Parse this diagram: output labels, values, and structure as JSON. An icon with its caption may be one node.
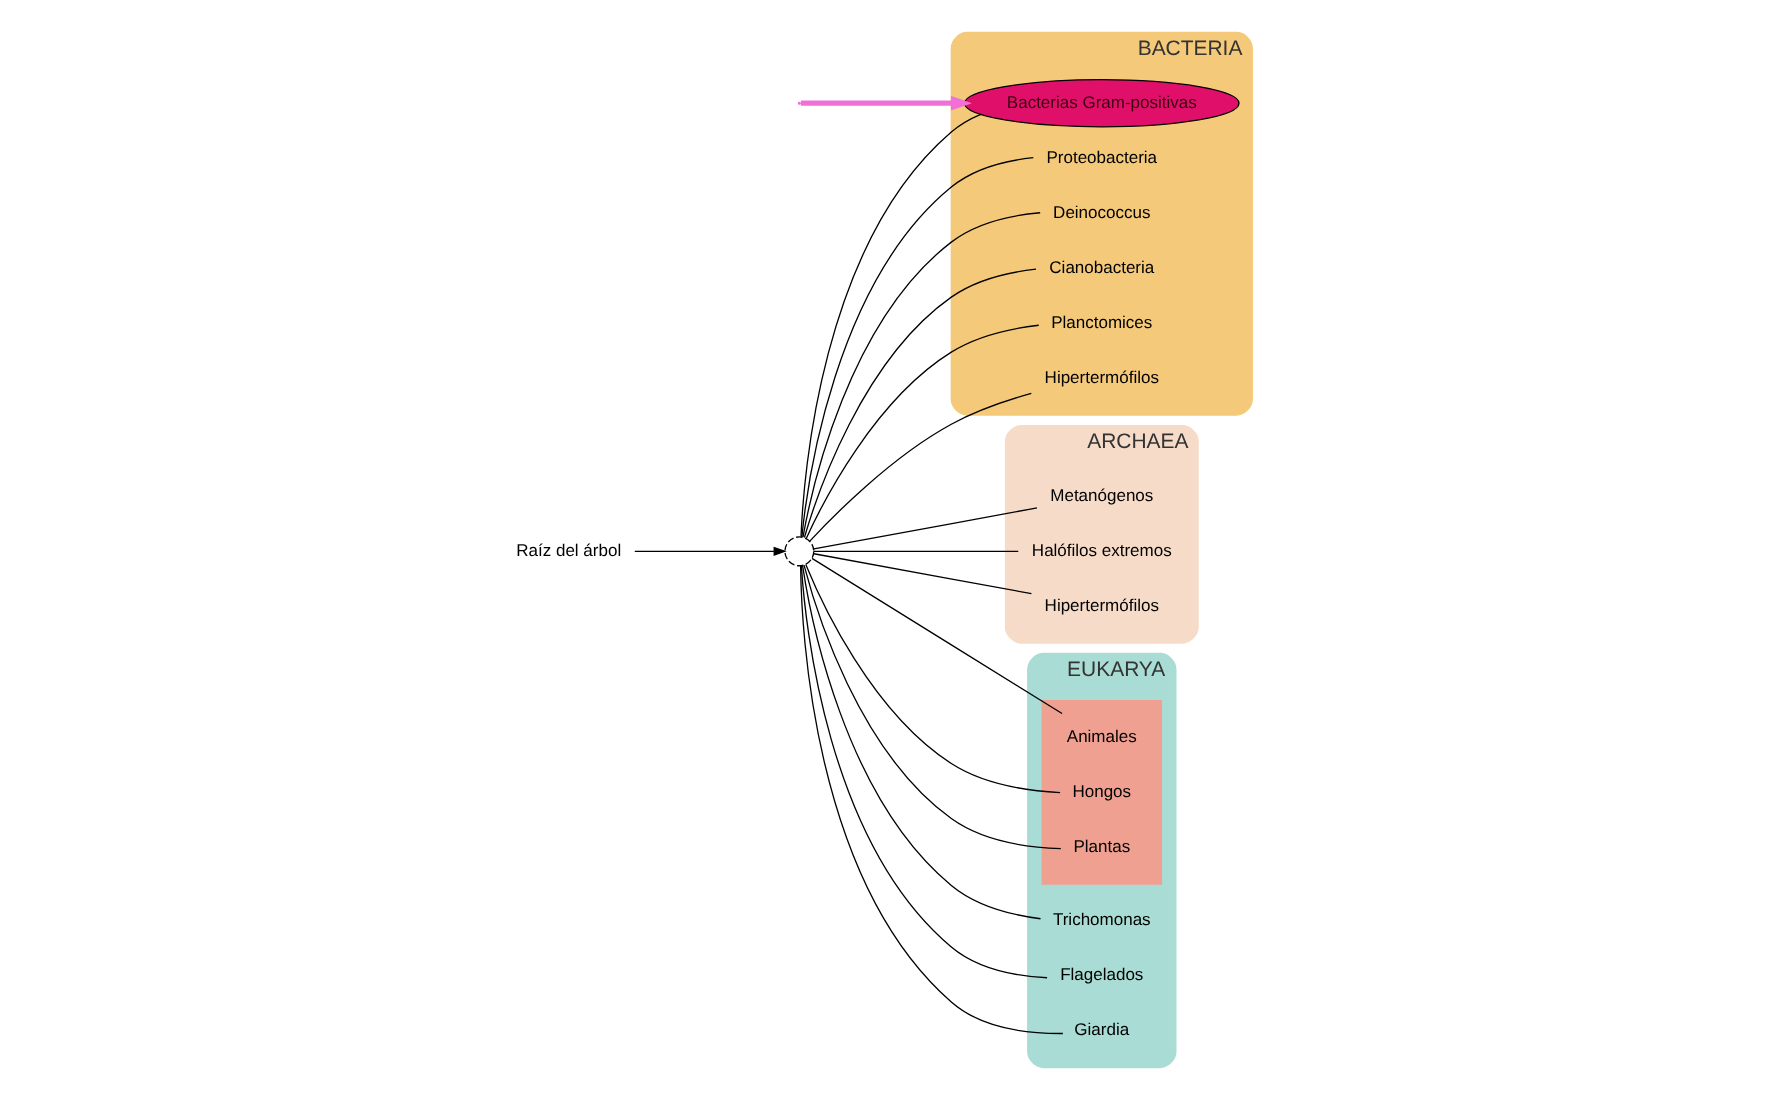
{
  "diagram": {
    "nodes": [
      {
        "text": [
          "ARCHAEA"
        ]
      },
      {
        "text": [
          "Metanógenos"
        ],
        "in": 0
      },
      {
        "text": [
          "Halófilos extremos"
        ],
        "in": 0
      },
      {
        "text": [
          "Hipertermófilos"
        ],
        "in": 0
      },
      {
        "text": [
          "BACTERIA"
        ]
      },
      {
        "text": [
          "Bacterias Gram-positivas"
        ],
        "in": 4
      },
      {
        "text": [
          "Proteobacteria"
        ],
        "in": 4
      },
      {
        "text": [
          "Deinococcus"
        ],
        "in": 4
      },
      {
        "text": [
          "Cianobacteria"
        ],
        "in": 4
      },
      {
        "text": [
          "Planctomices"
        ],
        "in": 4
      },
      {
        "text": [
          "Hipertermófilos"
        ],
        "in": 4
      },
      {
        "text": [
          "EUKARYA"
        ]
      },
      {
        "text": [],
        "shape": "box",
        "in": 11
      },
      {
        "text": [
          "Animales"
        ],
        "in": 12
      },
      {
        "text": [
          "Trichomonas"
        ],
        "in": 11
      },
      {
        "text": [
          "Hongos"
        ],
        "in": 12
      },
      {
        "text": [
          "Plantas"
        ],
        "in": 12
      },
      {
        "text": [
          "Flagelados"
        ],
        "in": 11
      },
      {
        "text": [
          "Giardia"
        ],
        "in": 11
      },
      {
        "text": [],
        "shape": "circle"
      },
      {
        "text": [
          "Raíz del árbol"
        ]
      }
    ],
    "edges": [
      {
        "from": 19,
        "to": 6,
        "arrow": "none"
      },
      {
        "from": 19,
        "to": 7,
        "arrow": "none"
      },
      {
        "from": 19,
        "to": 5,
        "arrow": "none"
      },
      {
        "from": 19,
        "to": 8,
        "arrow": "none"
      },
      {
        "from": 19,
        "to": 9,
        "arrow": "none"
      },
      {
        "from": 19,
        "to": 10,
        "arrow": "none"
      },
      {
        "from": 19,
        "to": 3,
        "arrow": "none"
      },
      {
        "from": 19,
        "to": 1,
        "arrow": "none"
      },
      {
        "from": 19,
        "to": 2,
        "arrow": "none"
      },
      {
        "from": 19,
        "to": 18,
        "arrow": "none"
      },
      {
        "from": 19,
        "to": 17,
        "arrow": "none"
      },
      {
        "from": 19,
        "to": 14,
        "arrow": "none"
      },
      {
        "from": 19,
        "to": 13,
        "arrow": "none"
      },
      {
        "from": 19,
        "to": 15,
        "arrow": "none"
      },
      {
        "from": 19,
        "to": 16,
        "arrow": "none"
      },
      {
        "from": 20,
        "to": 19,
        "arrow": "to"
      },
      {
        "from": null,
        "to": 5,
        "arrow": "to",
        "style": "thick",
        "color": "#f070d8"
      }
    ]
  }
}
